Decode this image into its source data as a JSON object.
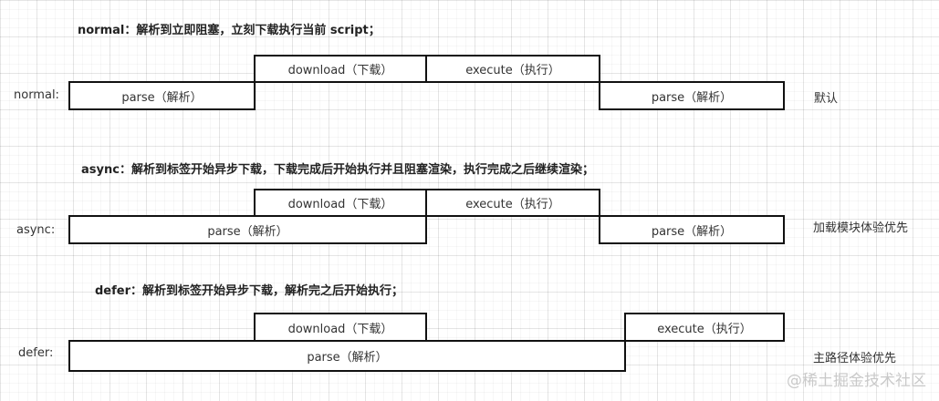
{
  "sections": {
    "normal": {
      "heading": "normal：解析到立即阻塞，立刻下载执行当前 script；",
      "row_label": "normal:",
      "boxes": {
        "download": "download（下载）",
        "execute": "execute（执行）",
        "parse1": "parse（解析）",
        "parse2": "parse（解析）"
      },
      "note": "默认"
    },
    "async": {
      "heading": "async：解析到标签开始异步下载，下载完成后开始执行并且阻塞渲染，执行完成之后继续渲染；",
      "row_label": "async:",
      "boxes": {
        "download": "download（下载）",
        "execute": "execute（执行）",
        "parse1": "parse（解析）",
        "parse2": "parse（解析）"
      },
      "note": "加载模块体验优先"
    },
    "defer": {
      "heading": "defer：解析到标签开始异步下载，解析完之后开始执行；",
      "row_label": "defer:",
      "boxes": {
        "download": "download（下载）",
        "execute": "execute（执行）",
        "parse": "parse（解析）"
      },
      "note": "主路径体验优先"
    }
  },
  "watermark": "@稀土掘金技术社区"
}
